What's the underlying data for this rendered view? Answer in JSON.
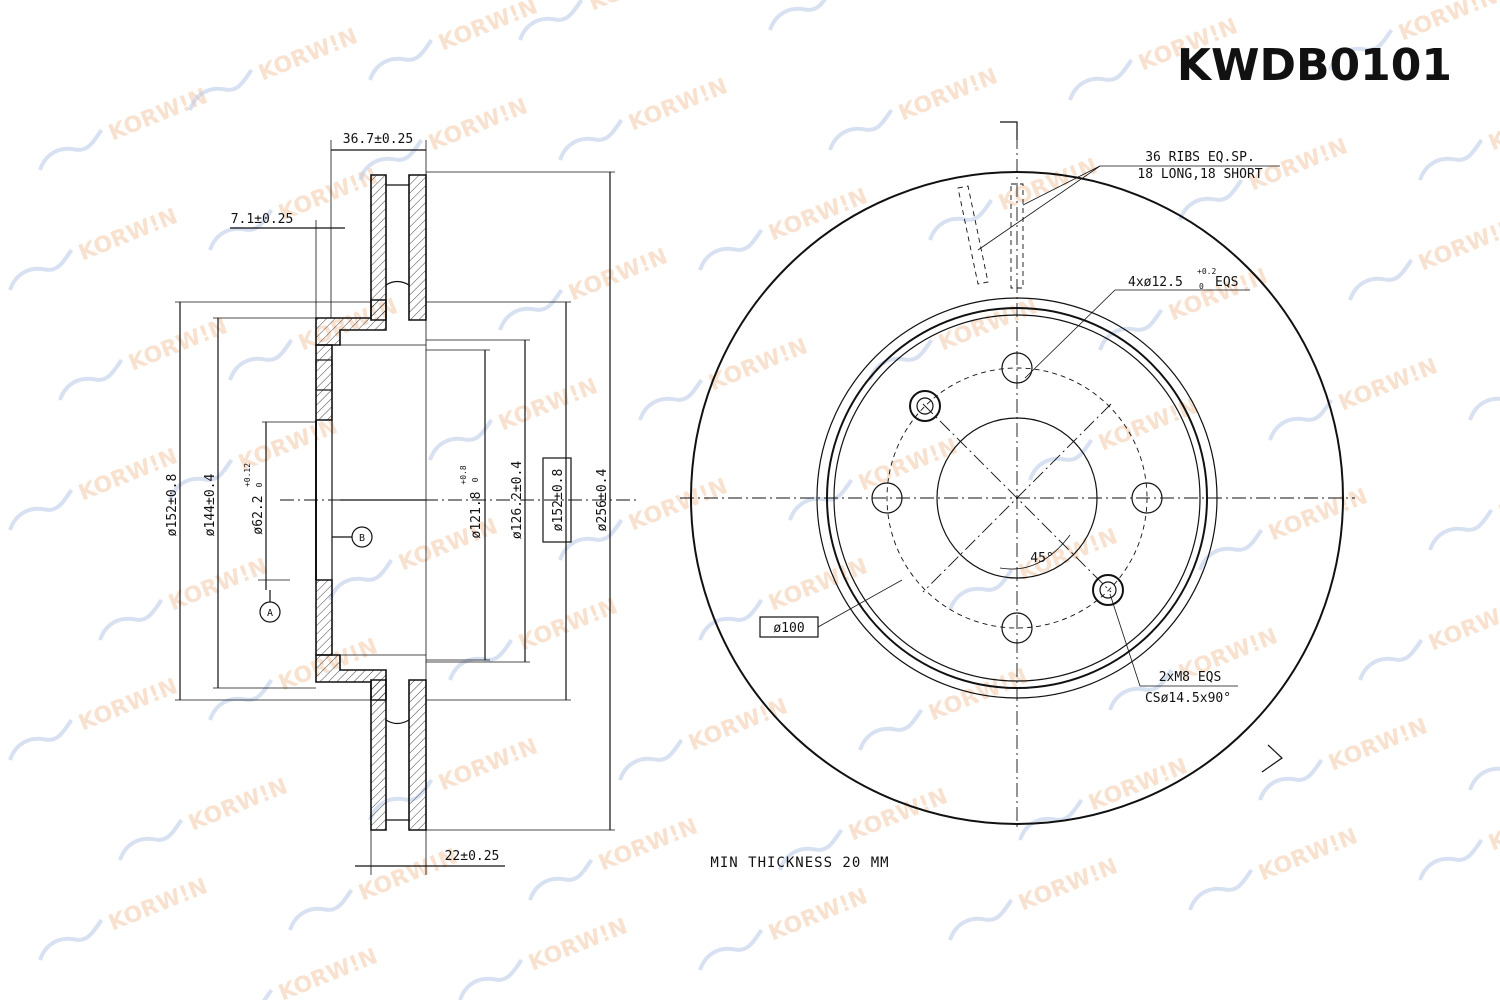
{
  "part_number": "KWDB0101",
  "watermark": {
    "brand": "KORW!N",
    "color": "#f4c9a8",
    "swoosh_color": "#b8c8e8"
  },
  "side_view": {
    "total_thickness": "36.7±0.25",
    "hat_offset": "7.1±0.25",
    "disc_thickness": "22±0.25",
    "dia_152_outer": "ø152±0.8",
    "dia_144": "ø144±0.4",
    "dia_62": "ø62.2",
    "dia_62_tol_upper": "+0.12",
    "dia_62_tol_lower": "0",
    "dia_121": "ø121.8",
    "dia_121_tol_upper": "+0.8",
    "dia_121_tol_lower": "0",
    "dia_126": "ø126.2±0.4",
    "dia_152_boxed": "ø152±0.8",
    "dia_256": "ø256±0.4",
    "datum_a": "A",
    "datum_b": "B"
  },
  "front_view": {
    "ribs_line1": "36 RIBS EQ.SP.",
    "ribs_line2": "18 LONG,18 SHORT",
    "holes_prefix": "4xø12.5",
    "holes_tol_upper": "+0.2",
    "holes_tol_lower": "0",
    "holes_suffix": "EQS",
    "angle": "45°",
    "pcd": "ø100",
    "threads_line1": "2xM8 EQS",
    "threads_line2": "CSø14.5x90°"
  },
  "min_thickness": "MIN THICKNESS 20 MM"
}
